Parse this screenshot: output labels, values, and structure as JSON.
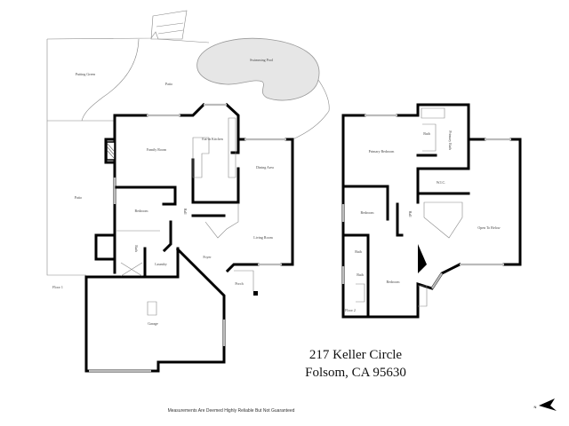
{
  "floor1": {
    "label": "Floor 1",
    "rooms": {
      "putting_green": "Putting Green",
      "patio_top": "Patio",
      "swimming_pool": "Swimming Pool",
      "eat_in_kitchen": "Eat-in Kitchen",
      "family_room": "Family Room",
      "dining_area": "Dining Area",
      "patio_left": "Patio",
      "bedroom": "Bedroom",
      "bath": "Bath",
      "hall": "Hall",
      "laundry": "Laundry",
      "foyer": "Foyer",
      "living_room": "Living Room",
      "porch": "Porch",
      "garage": "Garage"
    }
  },
  "floor2": {
    "label": "Floor 2",
    "rooms": {
      "primary_bedroom": "Primary Bedroom",
      "bath_top": "Bath",
      "primary_bath": "Primary Bath",
      "wic": "W.I.C.",
      "bedroom_left": "Bedroom",
      "hall": "Hall",
      "open_to_below": "Open To Below",
      "bath_mid": "Bath",
      "bath_low": "Bath",
      "bedroom_bottom": "Bedroom"
    }
  },
  "address": {
    "line1": "217 Keller Circle",
    "line2": "Folsom, CA  95630"
  },
  "disclaimer": "Measurements Are Deemed Highly Reliable But Not Guaranteed",
  "compass": {
    "icon": "north-arrow-icon",
    "label": "N"
  },
  "colors": {
    "pool": "#e6e6e6",
    "wall": "#000000"
  }
}
